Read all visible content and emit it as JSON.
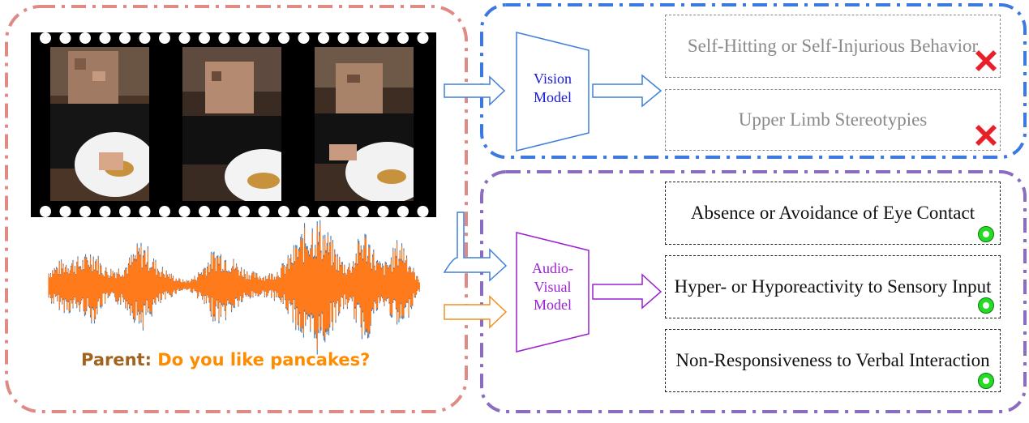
{
  "caption": {
    "speaker": "Parent:",
    "utterance": "Do you like pancakes?"
  },
  "models": {
    "vision": [
      "Vision",
      "Model"
    ],
    "audio_visual": [
      "Audio-",
      "Visual",
      "Model"
    ]
  },
  "vision_outputs": [
    {
      "label": "Self-Hitting or Self-Injurious Behavior",
      "result": "cross-icon"
    },
    {
      "label": "Upper Limb Stereotypies",
      "result": "cross-icon"
    }
  ],
  "audio_visual_outputs": [
    {
      "label": "Absence or Avoidance of Eye Contact",
      "result": "check-circle-icon"
    },
    {
      "label": "Hyper- or Hyporeactivity to Sensory Input",
      "result": "check-circle-icon"
    },
    {
      "label": "Non-Responsiveness to Verbal Interaction",
      "result": "check-circle-icon"
    }
  ],
  "colors": {
    "input_frame": "#e08a86",
    "vision_frame": "#3b78e0",
    "av_frame": "#8a6cc0",
    "vision_text": "#1a1ad6",
    "av_text": "#9a20d0",
    "vision_arrow": "#3f7fd8",
    "av_arrow": "#9a20d0",
    "audio_arrow": "#f09020",
    "waveform": "#ff7a1a",
    "waveform_under": "#2d6fb8",
    "speaker": "#a0641e",
    "utterance": "#ff8c00",
    "cross": "#e8202a",
    "check": "#22dd22"
  }
}
